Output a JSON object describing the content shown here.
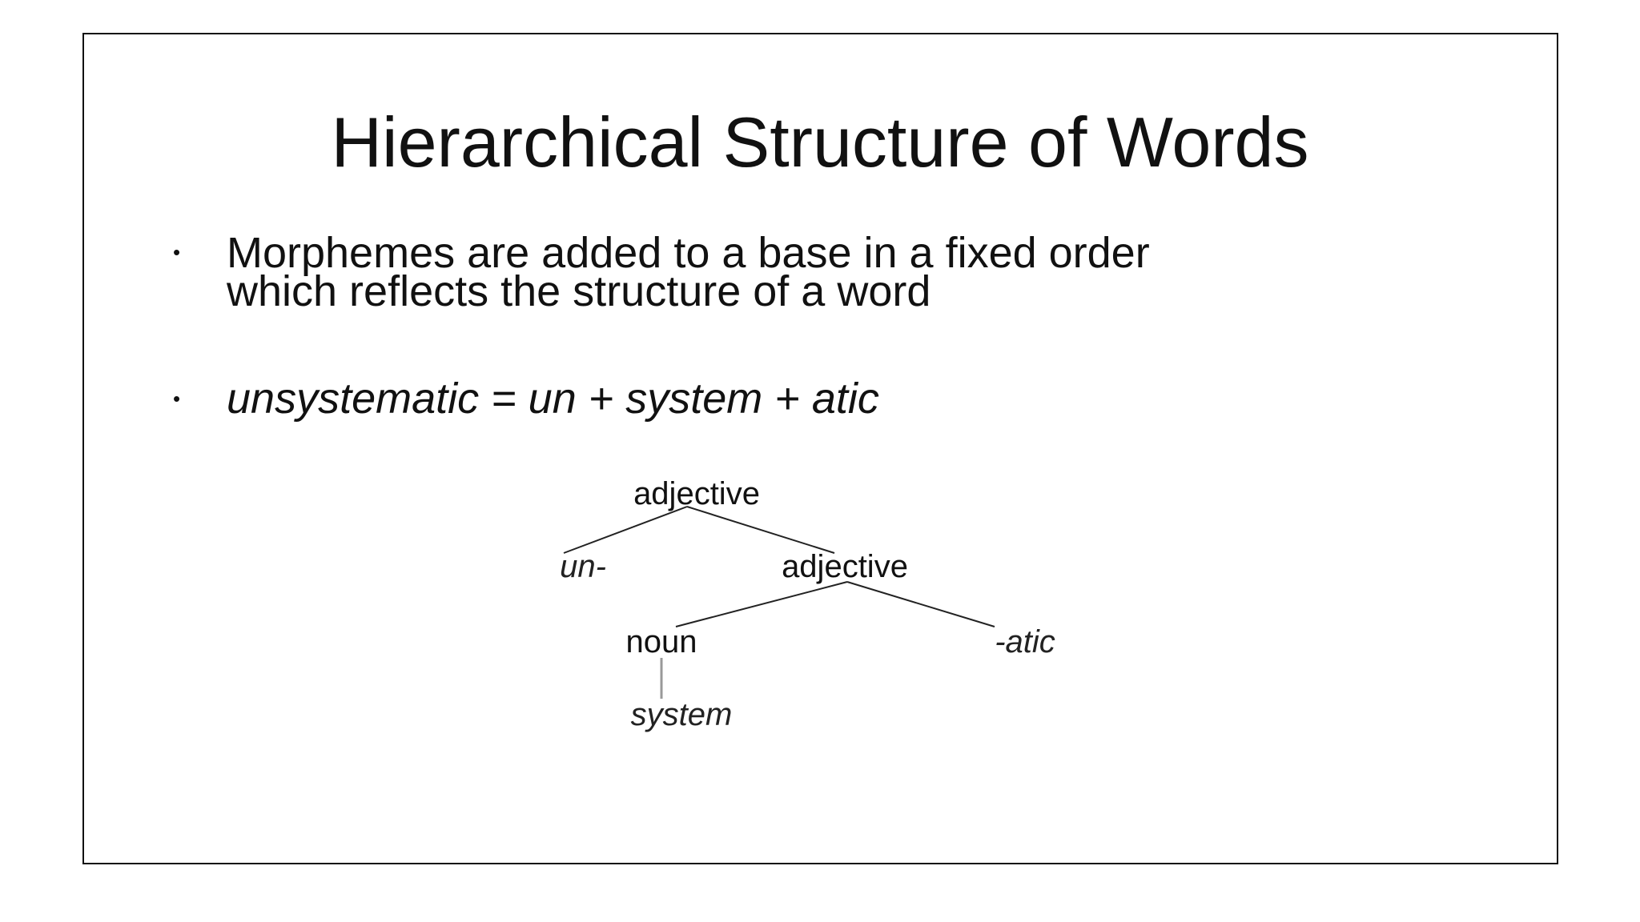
{
  "slide": {
    "title": "Hierarchical Structure of Words",
    "bullets": [
      {
        "marker": "•",
        "lines": [
          "Morphemes are added to a base in a fixed order",
          "which reflects the structure of a word"
        ]
      },
      {
        "marker": "•",
        "text": "unsystematic = un + system + atic"
      }
    ]
  },
  "tree": {
    "nodes": {
      "root": "adjective",
      "prefix": "un-",
      "inner": "adjective",
      "noun": "noun",
      "suffix": "-atic",
      "base": "system"
    }
  }
}
